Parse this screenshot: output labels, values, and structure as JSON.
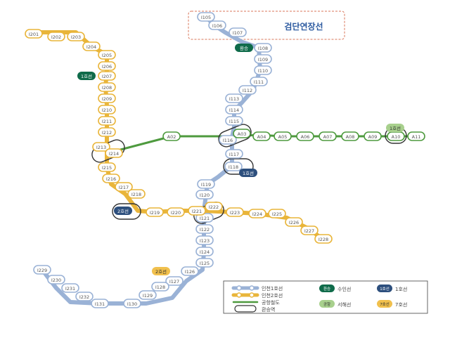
{
  "callout": {
    "title": "검단연장선"
  },
  "colors": {
    "line1": "#9ab2d6",
    "line2": "#e9b53a",
    "line_green": "#4e9a3e",
    "junction_fill": "#0f6b4a",
    "junction_fill_blue": "#2d4f7d",
    "callout_border": "#d9765a",
    "callout_title": "#2c5aa0"
  },
  "stations": {
    "i1": "I108",
    "i2": "I109",
    "i3": "I110",
    "i4": "I111",
    "i5": "I112",
    "i6": "I113",
    "i7": "I114",
    "i8": "I115",
    "i9": "I116",
    "i10": "I117",
    "i11": "I118",
    "i12": "I119",
    "i13": "I120",
    "i14": "I121",
    "i15": "I122",
    "i16": "I123",
    "i17": "I124",
    "i18": "I125",
    "i19": "I126",
    "i20": "I127",
    "i21": "I128",
    "i22": "I129",
    "i23": "I130",
    "i24": "I131",
    "c1": "I107",
    "c2": "I106",
    "c3": "I105",
    "y1": "I201",
    "y2": "I202",
    "y3": "I203",
    "y4": "I204",
    "y5": "I205",
    "y6": "I206",
    "y7": "I207",
    "y8": "I208",
    "y9": "I209",
    "y10": "I210",
    "y11": "I211",
    "y12": "I212",
    "y13": "I213",
    "y14": "I214",
    "y15": "I215",
    "y16": "I216",
    "y17": "I217",
    "y18": "I218",
    "y19": "I219",
    "y20": "I220",
    "y21": "I221",
    "y22": "I222",
    "y23": "I223",
    "y24": "I224",
    "y25": "I225",
    "y26": "I226",
    "y27": "I227",
    "y28": "I228",
    "y29": "I229",
    "y30": "I230",
    "y31": "I231",
    "y32": "I232",
    "g1": "A02",
    "g2": "A03",
    "g3": "A04",
    "g4": "A05",
    "g5": "A06",
    "g6": "A07",
    "g7": "A08",
    "g8": "A09",
    "g9": "A10",
    "g10": "A11"
  },
  "badges": {
    "b1": "1호선",
    "b2": "1호선",
    "b3": "2호선",
    "b4": "환승",
    "b5": "1호선",
    "b6": "2호선"
  },
  "legend": {
    "line1": "인천1호선",
    "line2": "인천2호선",
    "line_a": "공항철도",
    "transfer": "환승역",
    "c1": "수인선",
    "c2": "1호선",
    "c3": "서해선",
    "c4": "7호선",
    "s1": "환승",
    "s2": "1호선",
    "s3": "공항",
    "s4": "7호선"
  }
}
